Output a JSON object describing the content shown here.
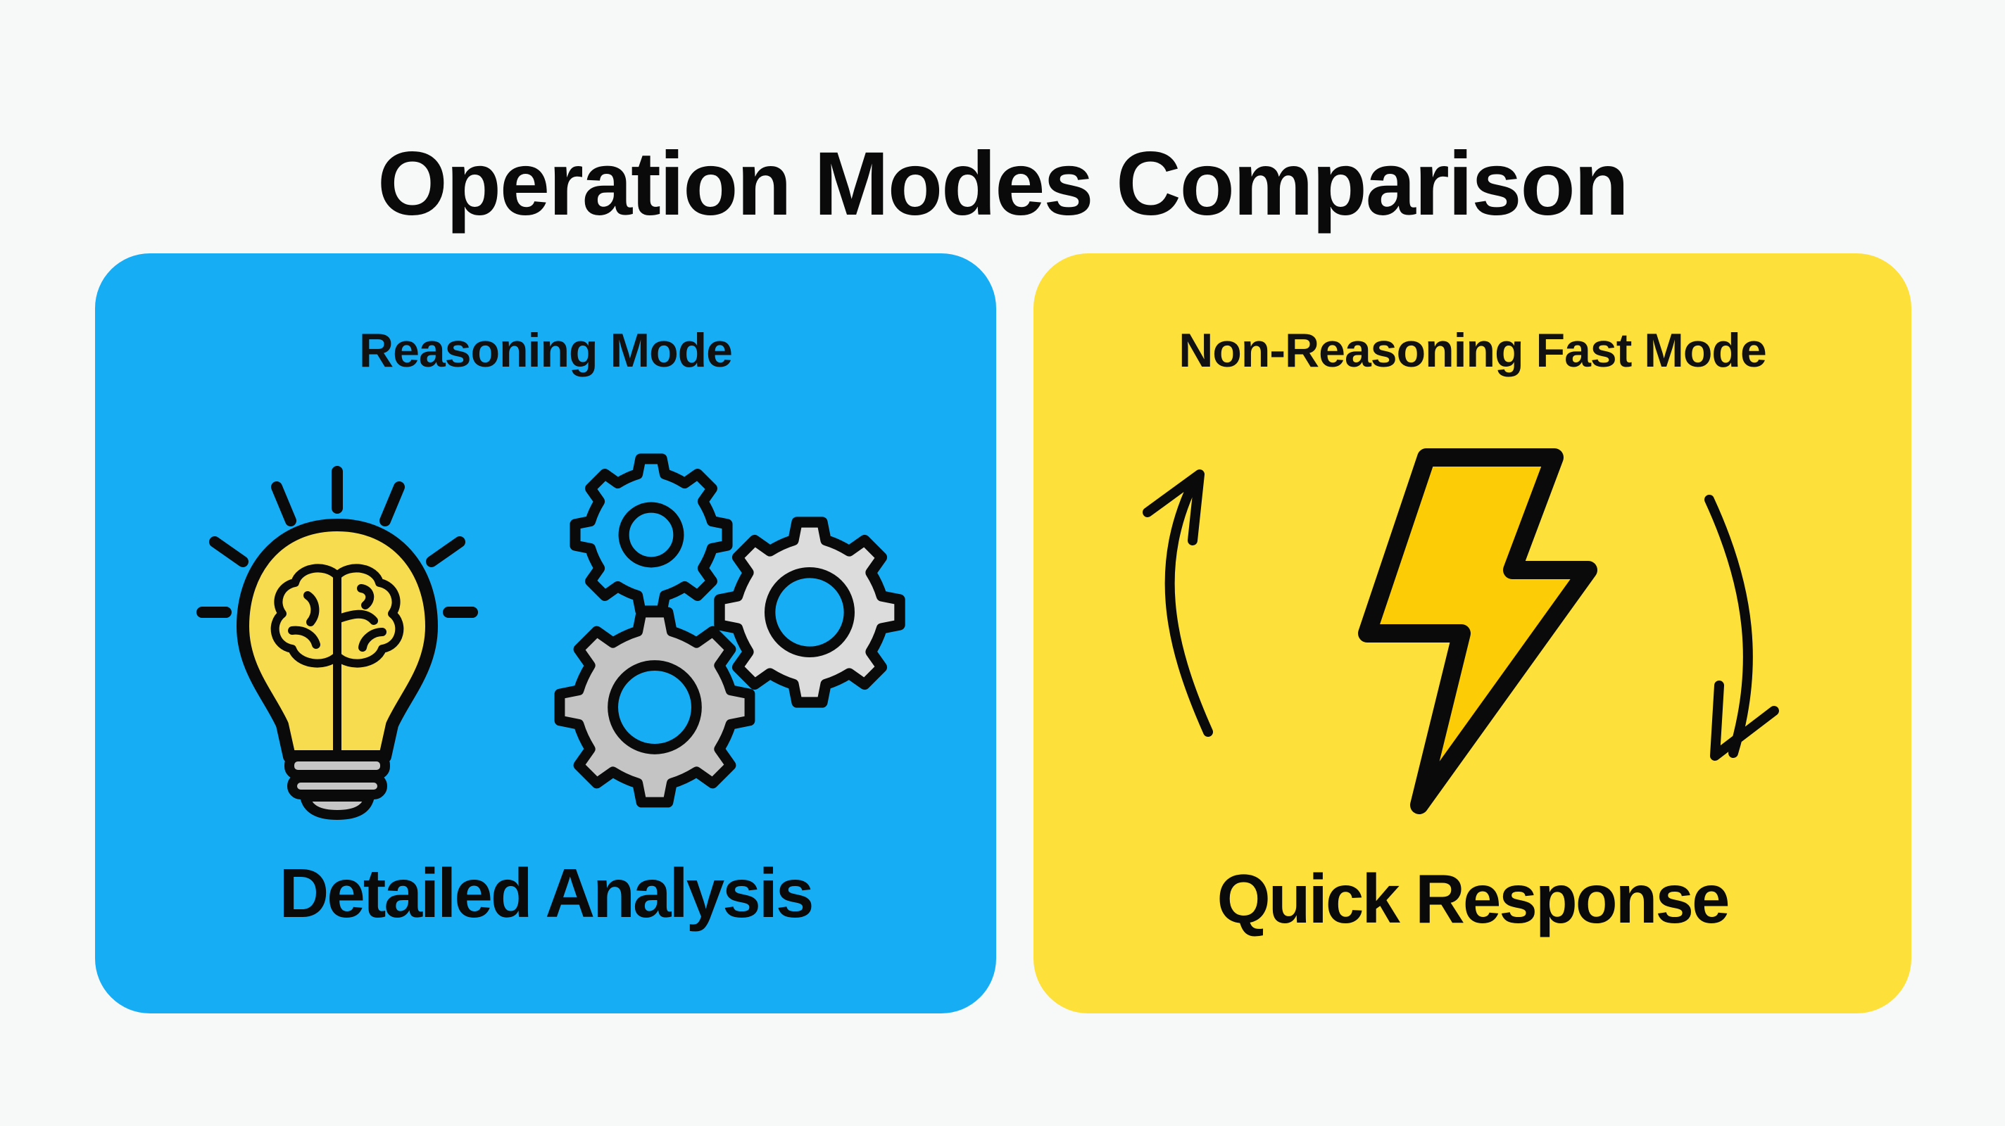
{
  "title": "Operation Modes Comparison",
  "colors": {
    "background": "#f7f8f8",
    "reasoning_card": "#17adf5",
    "fast_card": "#fde03a",
    "bulb_fill": "#f6dc4e",
    "bolt_fill": "#fccd06",
    "gear_gray": "#c8c8c8",
    "outline": "#0a0a0a"
  },
  "cards": [
    {
      "heading": "Reasoning Mode",
      "label": "Detailed Analysis",
      "icons": [
        "lightbulb-brain-icon",
        "gears-icon"
      ]
    },
    {
      "heading": "Non-Reasoning Fast Mode",
      "label": "Quick Response",
      "icons": [
        "lightning-bolt-icon",
        "curved-arrow-up-icon",
        "curved-arrow-down-icon"
      ]
    }
  ]
}
